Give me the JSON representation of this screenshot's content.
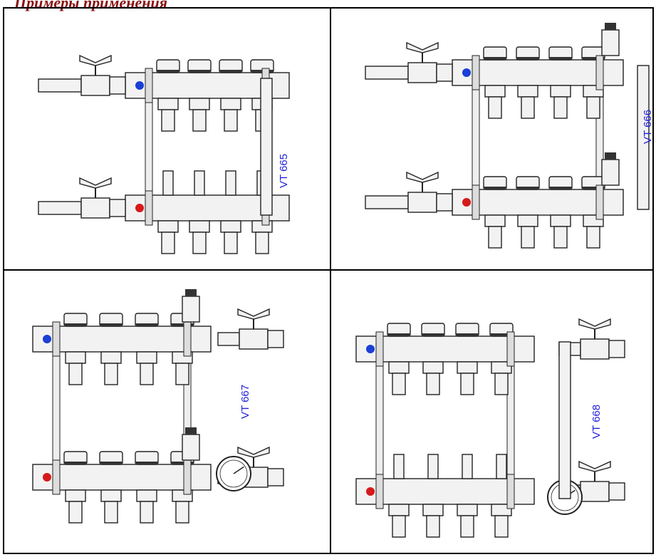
{
  "heading": "Примеры применения",
  "cells": [
    {
      "label": "VT 665"
    },
    {
      "label": "VT 666"
    },
    {
      "label": "VT 667"
    },
    {
      "label": "VT 668"
    }
  ],
  "colors": {
    "heading": "#8a1010",
    "label": "#2020dd",
    "supply_dot": "#1a3fd6",
    "return_dot": "#d61a1a",
    "line": "#222222",
    "fill": "#f2f2f2",
    "dark": "#333333"
  },
  "icons": [
    "manifold-drawing",
    "ball-valve-icon",
    "pressure-gauge-icon",
    "air-vent-icon",
    "flow-meter-icon"
  ]
}
